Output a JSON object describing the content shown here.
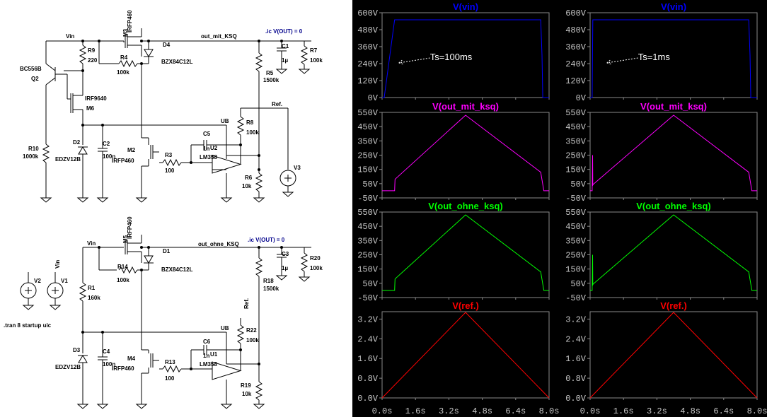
{
  "schematic": {
    "upper": {
      "labels": {
        "vin": "Vin",
        "m3": "M3",
        "m3_part": "IRFP460",
        "d4": "D4",
        "d4_part": "BZX84C12L",
        "r9": "R9",
        "r9_val": "220",
        "r4": "R4",
        "r4_val": "100k",
        "q2": "Q2",
        "q2_part": "BC556B",
        "m6": "M6",
        "m6_part": "IRF9640",
        "r10": "R10",
        "r10_val": "1000k",
        "d2": "D2",
        "d2_part": "EDZV12B",
        "c2": "C2",
        "c2_val": "100n",
        "m2": "M2",
        "m2_part": "IRFP460",
        "r3": "R3",
        "r3_val": "100",
        "c5": "C5",
        "c5_val": "1n",
        "u2": "U2",
        "u2_part": "LM358",
        "ub": "UB",
        "r8": "R8",
        "r8_val": "100k",
        "ref": "Ref.",
        "r6": "R6",
        "r6_val": "10k",
        "v3": "V3",
        "r5": "R5",
        "r5_val": "1500k",
        "c1": "C1",
        "c1_val": "1µ",
        "r7": "R7",
        "r7_val": "100k",
        "out": "out_mit_KSQ",
        "ic": ".ic V(OUT) = 0"
      }
    },
    "lower": {
      "labels": {
        "vin": "Vin",
        "m5": "M5",
        "m5_part": "IRFP460",
        "d1": "D1",
        "d1_part": "BZX84C12L",
        "r14": "R14",
        "r14_val": "100k",
        "r1": "R1",
        "r1_val": "160k",
        "d3": "D3",
        "d3_part": "EDZV12B",
        "c4": "C4",
        "c4_val": "100n",
        "m4": "M4",
        "m4_part": "IRFP460",
        "r13": "R13",
        "r13_val": "100",
        "c6": "C6",
        "c6_val": "1n",
        "u1": "U1",
        "u1_part": "LM358",
        "ub": "UB",
        "r22": "R22",
        "r22_val": "100k",
        "ref": "Ref.",
        "r19": "R19",
        "r19_val": "10k",
        "r18": "R18",
        "r18_val": "1500k",
        "c3": "C3",
        "c3_val": "1µ",
        "r20": "R20",
        "r20_val": "100k",
        "out": "out_ohne_KSQ",
        "ic": ".ic V(OUT) = 0",
        "v2": "V2",
        "v1": "V1",
        "v1_net": "Vin",
        "tran": ".tran 8 startup uic"
      }
    }
  },
  "colors": {
    "vin": "#0000ff",
    "out_mit": "#ff00ff",
    "out_ohne": "#00ff00",
    "ref": "#ff0000",
    "plot_bg": "#000000",
    "grid": "#303030",
    "ticks": "#c8c8c8"
  },
  "chart_data": [
    {
      "type": "line",
      "title": "V(vin)",
      "column": "left",
      "color_key": "vin",
      "yticks": [
        "600V",
        "480V",
        "360V",
        "240V",
        "120V",
        "0V"
      ],
      "ylim": [
        0,
        600
      ],
      "x": [
        0,
        0.05,
        0.1,
        0.6,
        7.6,
        7.66,
        7.7,
        8.0
      ],
      "y": [
        0,
        0,
        0,
        550,
        550,
        300,
        0,
        0
      ],
      "annotation": "Ts=100ms"
    },
    {
      "type": "line",
      "title": "V(vin)",
      "column": "right",
      "color_key": "vin",
      "yticks": [
        "600V",
        "480V",
        "360V",
        "240V",
        "120V",
        "0V"
      ],
      "ylim": [
        0,
        600
      ],
      "x": [
        0,
        0.1,
        0.13,
        7.6,
        7.66,
        7.7,
        8.0
      ],
      "y": [
        0,
        0,
        550,
        550,
        300,
        0,
        0
      ],
      "annotation": "Ts=1ms"
    },
    {
      "type": "line",
      "title": "V(out_mit_ksq)",
      "column": "left",
      "color_key": "out_mit",
      "yticks": [
        "550V",
        "450V",
        "350V",
        "250V",
        "150V",
        "50V",
        "-50V"
      ],
      "ylim": [
        -50,
        550
      ],
      "x": [
        0,
        0.6,
        0.62,
        0.65,
        4.0,
        7.6,
        7.75,
        8.0
      ],
      "y": [
        0,
        0,
        80,
        85,
        530,
        130,
        0,
        0
      ]
    },
    {
      "type": "line",
      "title": "V(out_mit_ksq)",
      "column": "right",
      "color_key": "out_mit",
      "yticks": [
        "550V",
        "450V",
        "350V",
        "250V",
        "150V",
        "50V",
        "-50V"
      ],
      "ylim": [
        -50,
        550
      ],
      "x": [
        0,
        0.1,
        0.12,
        0.13,
        0.15,
        4.0,
        7.6,
        7.75,
        8.0
      ],
      "y": [
        0,
        0,
        250,
        40,
        45,
        530,
        130,
        0,
        0
      ]
    },
    {
      "type": "line",
      "title": "V(out_ohne_ksq)",
      "column": "left",
      "color_key": "out_ohne",
      "yticks": [
        "550V",
        "450V",
        "350V",
        "250V",
        "150V",
        "50V",
        "-50V"
      ],
      "ylim": [
        -50,
        550
      ],
      "x": [
        0,
        0.6,
        0.62,
        0.65,
        4.0,
        7.6,
        7.75,
        8.0
      ],
      "y": [
        0,
        0,
        80,
        85,
        530,
        130,
        0,
        0
      ]
    },
    {
      "type": "line",
      "title": "V(out_ohne_ksq)",
      "column": "right",
      "color_key": "out_ohne",
      "yticks": [
        "550V",
        "450V",
        "350V",
        "250V",
        "150V",
        "50V",
        "-50V"
      ],
      "ylim": [
        -50,
        550
      ],
      "x": [
        0,
        0.1,
        0.12,
        0.13,
        0.15,
        4.0,
        7.6,
        7.75,
        8.0
      ],
      "y": [
        0,
        0,
        250,
        40,
        45,
        530,
        130,
        0,
        0
      ]
    },
    {
      "type": "line",
      "title": "V(ref.)",
      "column": "left",
      "color_key": "ref",
      "yticks": [
        "3.2V",
        "2.4V",
        "1.6V",
        "0.8V",
        "0.0V"
      ],
      "ylim": [
        0,
        3.5
      ],
      "x": [
        0,
        4.0,
        8.0
      ],
      "y": [
        0,
        3.47,
        0
      ]
    },
    {
      "type": "line",
      "title": "V(ref.)",
      "column": "right",
      "color_key": "ref",
      "yticks": [
        "3.2V",
        "2.4V",
        "1.6V",
        "0.8V",
        "0.0V"
      ],
      "ylim": [
        0,
        3.5
      ],
      "x": [
        0,
        4.0,
        8.0
      ],
      "y": [
        0,
        3.47,
        0
      ]
    }
  ],
  "xaxis": {
    "ticks": [
      "0.0s",
      "1.6s",
      "3.2s",
      "4.8s",
      "6.4s",
      "8.0s"
    ],
    "xlim": [
      0,
      8
    ]
  }
}
